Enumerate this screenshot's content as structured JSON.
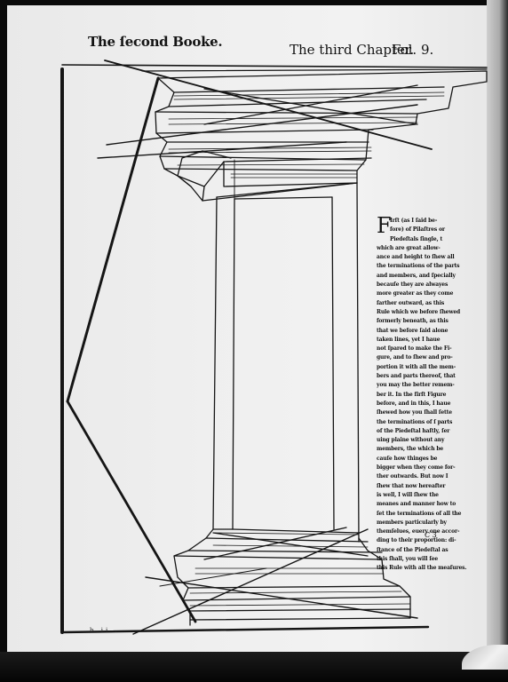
{
  "running_head": {
    "left": "The ſecond Booke.",
    "chapter": "The third Chapter.",
    "folio": "Fol. 9."
  },
  "body_text": {
    "dropcap": "F",
    "lines": [
      "Irſt (as I ſaid be-",
      "fore) of Pilaſtres or",
      "Piedeſtals ſingle, t",
      "which are great allow-",
      "ance and height to ſhew all",
      "the terminations of the parts",
      "and members, and ſpecially",
      "becauſe they are alwayes",
      "more greater as they come",
      "farther outward, as this",
      "Rule which we before ſhewed",
      "formerly beneath, as this",
      "that we before ſaid alone",
      "taken lines, yet I haue",
      "not ſpared to make the Fi-",
      "gure, and to ſhew and pro-",
      "portion it with all the mem-",
      "bers and parts thereof, that",
      "you may the better remem-",
      "ber it. In the firſt Figure",
      "before, and in this, I haue",
      "ſhewed how you ſhall ſette",
      "the terminations of ſ parts",
      "of the Piedeſtal haſtly, ſer",
      "uing plaine without any",
      "members, the which be",
      "cauſe how thinges be",
      "bigger when they come for-",
      "ther outwards. But now I",
      "ſhew that now hereafter",
      "is well, I will ſhew the",
      "meanes and manner how to",
      "ſet the terminations of all the",
      "members particularly by",
      "themſelues, euery one accor-",
      "ding to their proportion: di-",
      "ſtance of the Piedeſtal as",
      "this ſhall, you will ſee",
      "this Rule with all the meaſures."
    ],
    "catchword": "C 3"
  },
  "signature_marks": "b  ii  .",
  "colors": {
    "paper": "#eeeeee",
    "ink": "#111111",
    "background": "#0a0a0a"
  }
}
